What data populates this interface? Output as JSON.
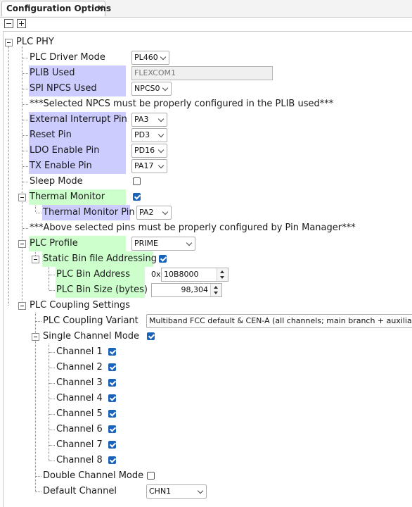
{
  "tab": {
    "title": "Configuration Options",
    "close": "×"
  },
  "tree": {
    "root": "PLC PHY",
    "driver_mode": {
      "label": "PLC Driver Mode",
      "value": "PL460"
    },
    "plib_used": {
      "label": "PLIB Used",
      "value": "FLEXCOM1"
    },
    "spi_npcs": {
      "label": "SPI NPCS Used",
      "value": "NPCS0"
    },
    "npcs_note": "***Selected NPCS must be properly configured in the PLIB used***",
    "ext_int_pin": {
      "label": "External Interrupt Pin",
      "value": "PA3"
    },
    "reset_pin": {
      "label": "Reset Pin",
      "value": "PD3"
    },
    "ldo_pin": {
      "label": "LDO Enable Pin",
      "value": "PD16"
    },
    "tx_pin": {
      "label": "TX Enable Pin",
      "value": "PA17"
    },
    "sleep_mode": {
      "label": "Sleep Mode",
      "checked": false
    },
    "thermal_monitor": {
      "label": "Thermal Monitor",
      "checked": true
    },
    "thermal_pin": {
      "label": "Thermal Monitor Pin",
      "value": "PA2"
    },
    "pins_note": "***Above selected pins must be properly configured by Pin Manager***",
    "plc_profile": {
      "label": "PLC Profile",
      "value": "PRIME"
    },
    "static_bin": {
      "label": "Static Bin file Addressing",
      "checked": true
    },
    "bin_address": {
      "label": "PLC Bin Address",
      "prefix": "0x",
      "value": "10B8000"
    },
    "bin_size": {
      "label": "PLC Bin Size (bytes)",
      "value": "98,304"
    },
    "coupling_settings": "PLC Coupling Settings",
    "coupling_variant": {
      "label": "PLC Coupling Variant",
      "value": "Multiband FCC default & CEN-A (all channels; main branch + auxiliary branch)"
    },
    "single_channel": {
      "label": "Single Channel Mode",
      "checked": true
    },
    "channels": [
      {
        "label": "Channel 1",
        "checked": true
      },
      {
        "label": "Channel 2",
        "checked": true
      },
      {
        "label": "Channel 3",
        "checked": true
      },
      {
        "label": "Channel 4",
        "checked": true
      },
      {
        "label": "Channel 5",
        "checked": true
      },
      {
        "label": "Channel 6",
        "checked": true
      },
      {
        "label": "Channel 7",
        "checked": true
      },
      {
        "label": "Channel 8",
        "checked": true
      }
    ],
    "double_channel": {
      "label": "Double Channel Mode",
      "checked": false
    },
    "default_channel": {
      "label": "Default Channel",
      "value": "CHN1"
    }
  },
  "colors": {
    "required_highlight": "#ccccff",
    "changed_highlight": "#ccffcc",
    "checkbox_blue": "#1a63b8"
  },
  "icons": [
    "collapse-all-icon",
    "expand-all-icon",
    "close-icon",
    "tree-expander-icon",
    "chevron-down-icon",
    "checkbox-checked-icon"
  ]
}
